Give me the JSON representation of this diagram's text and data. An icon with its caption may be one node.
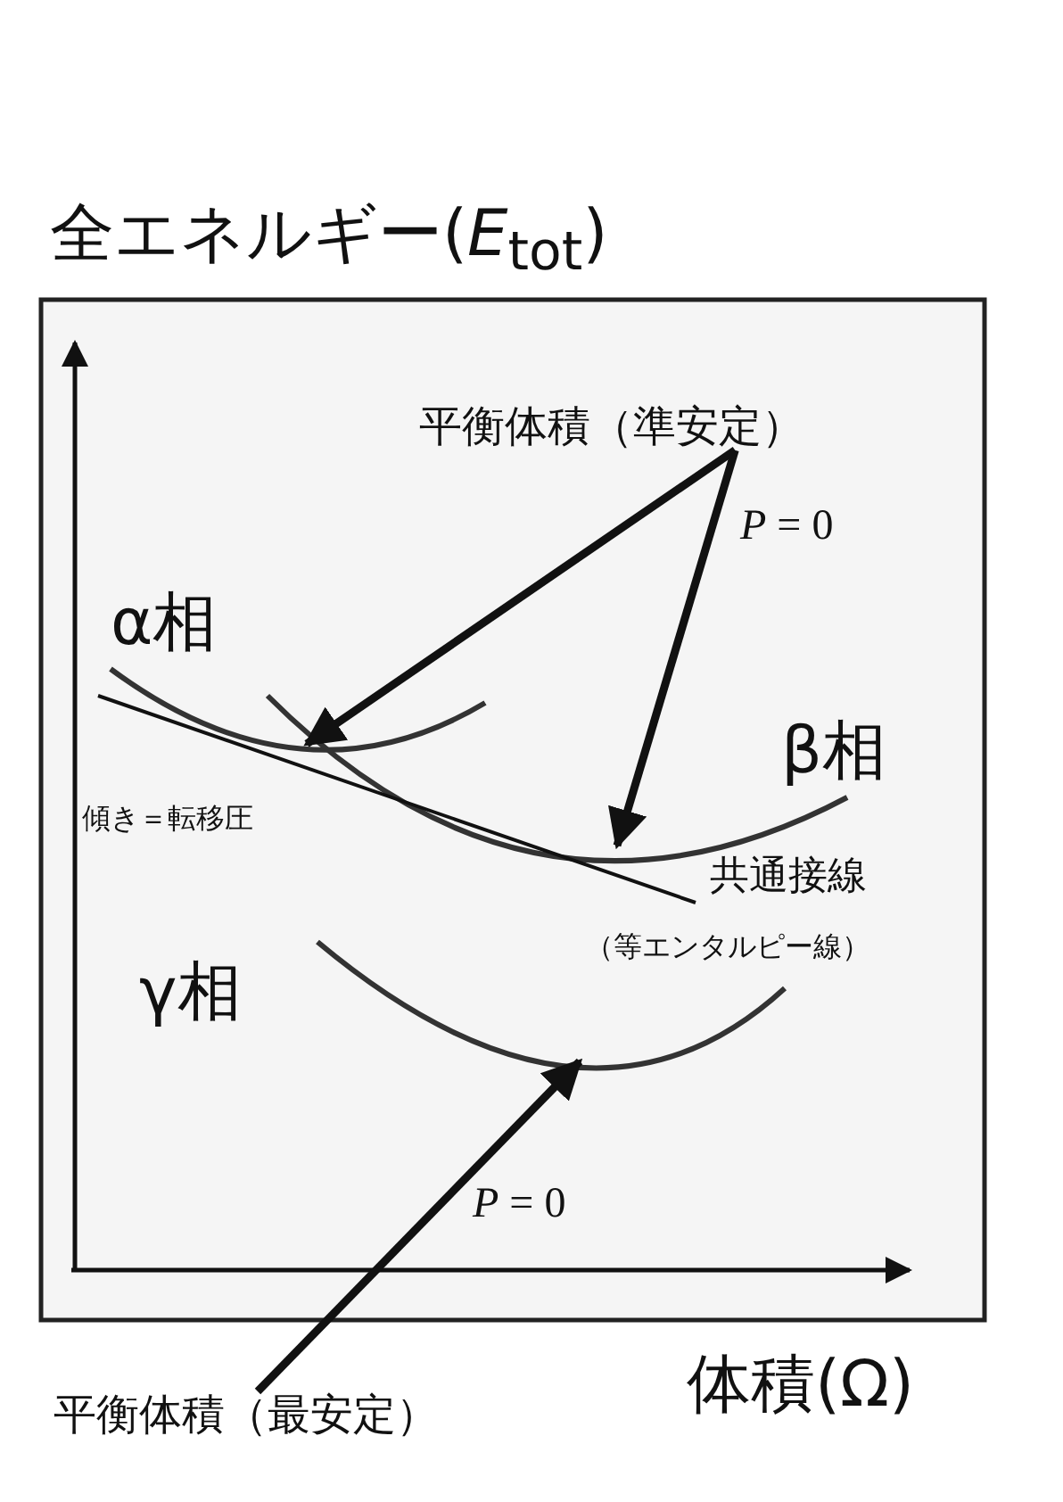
{
  "diagram": {
    "nodes": [
      {
        "text": [
          "平衡体積（準安定）"
        ]
      },
      {
        "text": [
          "平衡体積（最安定）"
        ]
      }
    ],
    "edges": [
      {
        "from": 0,
        "to": null,
        "arrow": "to"
      },
      {
        "from": 0,
        "to": null,
        "arrow": "to"
      },
      {
        "from": 1,
        "to": null,
        "arrow": "to"
      }
    ],
    "labels": [
      "全エネルギー(*E*$_{tot}$)",
      "*P* = 0",
      "α相",
      "β相",
      "傾き＝転移圧",
      "共通接線",
      "（等エンタルピー線）",
      "γ相",
      "*P* = 0",
      "体積(Ω)"
    ]
  }
}
